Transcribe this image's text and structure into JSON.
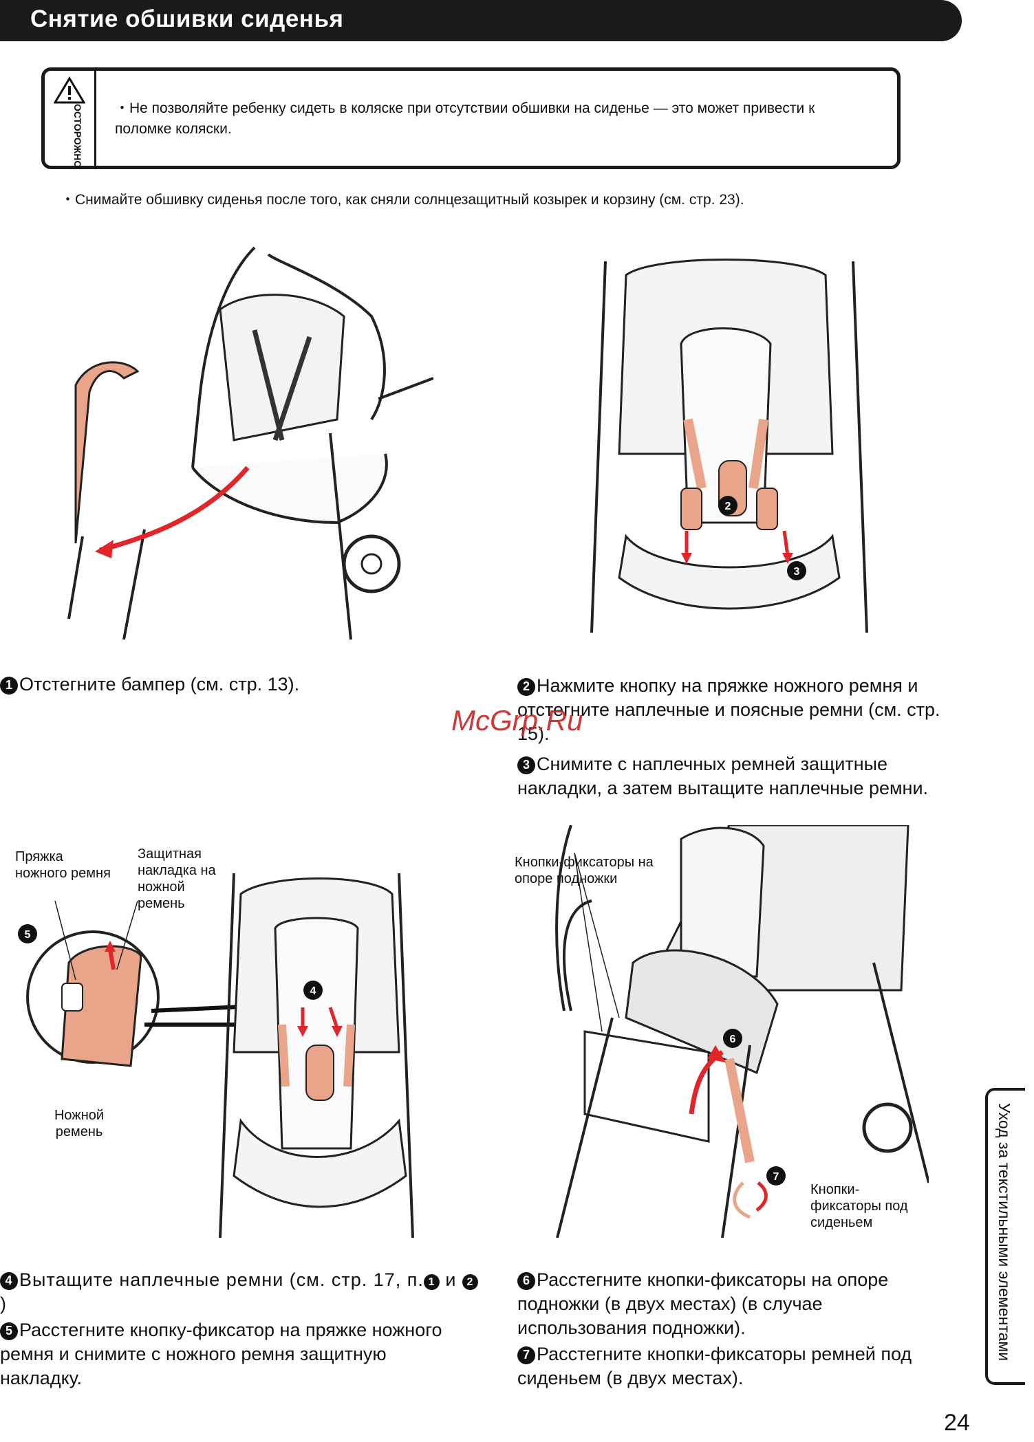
{
  "header": {
    "title": "Снятие обшивки сиденья"
  },
  "warning": {
    "label": "ОСТОРОЖНО",
    "text": "・Не позволяйте ребенку сидеть в коляске при отсутствии обшивки на сиденье — это может привести к поломке коляски."
  },
  "note": "・Снимайте обшивку сиденья после того, как сняли солнцезащитный козырек и корзину (см. стр. 23).",
  "steps": {
    "s1": {
      "num": "1",
      "text": "Отстегните бампер (см. стр. 13)."
    },
    "s2": {
      "num": "2",
      "text": "Нажмите кнопку на пряжке ножного ремня и отстегните наплечные и поясные ремни (см. стр. 15)."
    },
    "s3": {
      "num": "3",
      "text": "Снимите с наплечных ремней защитные накладки, а затем вытащите наплечные ремни."
    },
    "s4": {
      "num": "4",
      "text_a": "Вытащите наплечные ремни (см. стр. 17, п.",
      "ref1": "1",
      "mid": " и ",
      "ref2": "2",
      "end": ")"
    },
    "s5": {
      "num": "5",
      "text": "Расстегните кнопку-фиксатор на пряжке ножного ремня и снимите с ножного ремня защитную накладку."
    },
    "s6": {
      "num": "6",
      "text": "Расстегните кнопки-фиксаторы на опоре подножки (в двух местах) (в случае использования подножки)."
    },
    "s7": {
      "num": "7",
      "text": "Расстегните кнопки-фиксаторы ремней под сиденьем (в двух местах)."
    }
  },
  "labels": {
    "buckle": "Пряжка ножного ремня",
    "pad": "Защитная накладка на ножной ремень",
    "crotch_strap": "Ножной ремень",
    "footrest_snaps": "Кнопки-фиксаторы на опоре подножки",
    "under_seat_snaps": "Кнопки-фиксаторы под сиденьем"
  },
  "callouts": {
    "c2": "2",
    "c3": "3",
    "c4": "4",
    "c5": "5",
    "c6": "6",
    "c7": "7"
  },
  "watermark": "McGrp.Ru",
  "side_tab": "Уход за текстильными элементами",
  "page_number": "24",
  "colors": {
    "accent": "#e8a58a",
    "arrow": "#e0262b",
    "dark": "#1a1a1a"
  }
}
